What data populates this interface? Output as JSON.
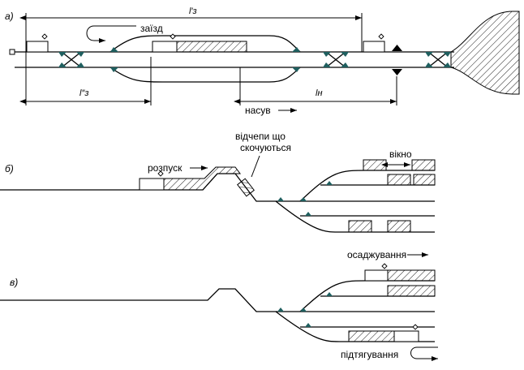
{
  "panel_a": {
    "label": "а)",
    "dim_top": "l′з",
    "dim_bottom_left": "l″з",
    "dim_bottom_right": "lн",
    "entry_label": "заїзд",
    "push_label": "насув"
  },
  "panel_b": {
    "label": "б)",
    "release_label": "розпуск",
    "cuts_line1": "відчепи що",
    "cuts_line2": "скочуються",
    "window_label": "вікно"
  },
  "panel_c": {
    "label": "в)",
    "settling_label": "осаджування",
    "pulling_label": "підтягування"
  },
  "colors": {
    "line": "#000000",
    "frog": "#1f5f5f"
  }
}
